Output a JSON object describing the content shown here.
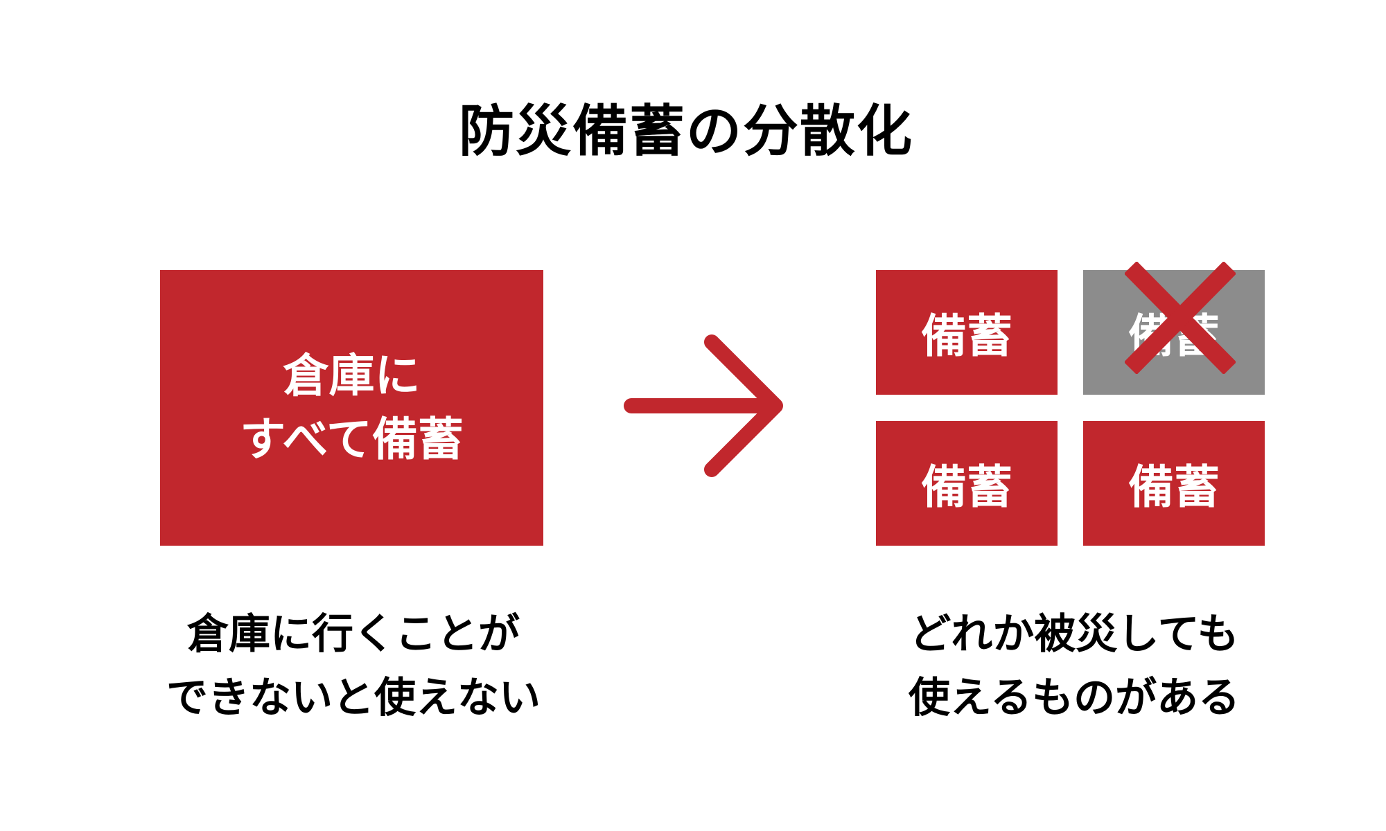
{
  "title": "防災備蓄の分散化",
  "left": {
    "box_line1": "倉庫に",
    "box_line2": "すべて備蓄",
    "caption_line1": "倉庫に行くことが",
    "caption_line2": "できないと使えない"
  },
  "right": {
    "cells": [
      "備蓄",
      "備蓄",
      "備蓄",
      "備蓄"
    ],
    "damaged_cell": 1,
    "caption_line1": "どれか被災しても",
    "caption_line2": "使えるものがある"
  },
  "colors": {
    "accent": "#c1272d",
    "damaged": "#8c8c8c",
    "text": "#000000",
    "box_text": "#ffffff"
  },
  "icons": {
    "arrow": "arrow-right-icon",
    "cross": "cross-icon"
  }
}
